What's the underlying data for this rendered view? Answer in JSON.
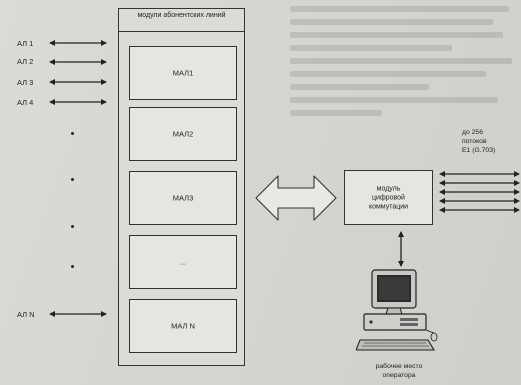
{
  "rack": {
    "title": "модули абонентских линий"
  },
  "mal_modules": [
    {
      "label": "МАЛ1"
    },
    {
      "label": "МАЛ2"
    },
    {
      "label": "МАЛ3"
    },
    {
      "label": "..."
    },
    {
      "label": "МАЛ N"
    }
  ],
  "subscriber_lines": [
    {
      "label": "АЛ 1"
    },
    {
      "label": "АЛ 2"
    },
    {
      "label": "АЛ 3"
    },
    {
      "label": "АЛ 4"
    },
    {
      "label": "АЛ N"
    }
  ],
  "switch_module": {
    "label_line1": "модуль",
    "label_line2": "цифровой",
    "label_line3": "коммутации"
  },
  "streams": {
    "line1": "до 256",
    "line2": "потоков",
    "line3": "E1 (G.703)"
  },
  "operator": {
    "line1": "рабочее место",
    "line2": "оператора"
  },
  "icons": {
    "computer": "computer-workstation-icon",
    "big_arrow": "double-arrow-icon"
  },
  "colors": {
    "ink": "#222222",
    "paper": "#d8d7d4"
  }
}
